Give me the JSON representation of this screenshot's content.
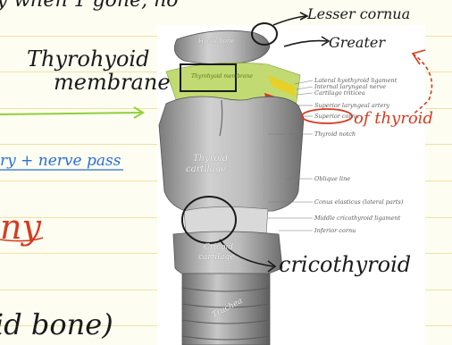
{
  "notes": {
    "top_left_fragment": "y when 1 gone, no",
    "thyrohyoid_line1": "Thyrohyoid",
    "thyrohyoid_line2": "membrane",
    "lesser_cornua": "Lesser cornua",
    "greater": "Greater",
    "of_thyroid": "of thyroid",
    "nerve_pass": "ry + nerve pass",
    "partial_word": "ny",
    "bottom_fragment": "id bone)",
    "cricothyroid": "cricothyroid"
  },
  "plate": {
    "hyoid_bone": "Hyoid bone",
    "thyrohyoid_membrane_caption": "Thyrohyoid membrane",
    "thyroid_cartilage": [
      "Thyroid",
      "cartilage"
    ],
    "cricoid_cartilage": [
      "Cricoid",
      "cartilage"
    ],
    "trachea": "Trachea",
    "labels": [
      "Lateral hyothyroid ligament",
      "Internal laryngeal nerve",
      "Cartilago triticea",
      "Superior laryngeal artery",
      "Superior cornu",
      "Thyroid notch",
      "Oblique line",
      "Conus elasticus (lateral parts)",
      "Middle cricothyroid ligament",
      "Inferior cornu"
    ]
  },
  "colors": {
    "note_ink": "#1a1a1a",
    "highlight_green": "#8ed13a",
    "note_red": "#d83a1f",
    "note_blue": "#2a6fd6",
    "membrane_green": "#b7d45a",
    "nerve_yellow": "#e7d02a",
    "artery_red": "#d33a2a"
  }
}
